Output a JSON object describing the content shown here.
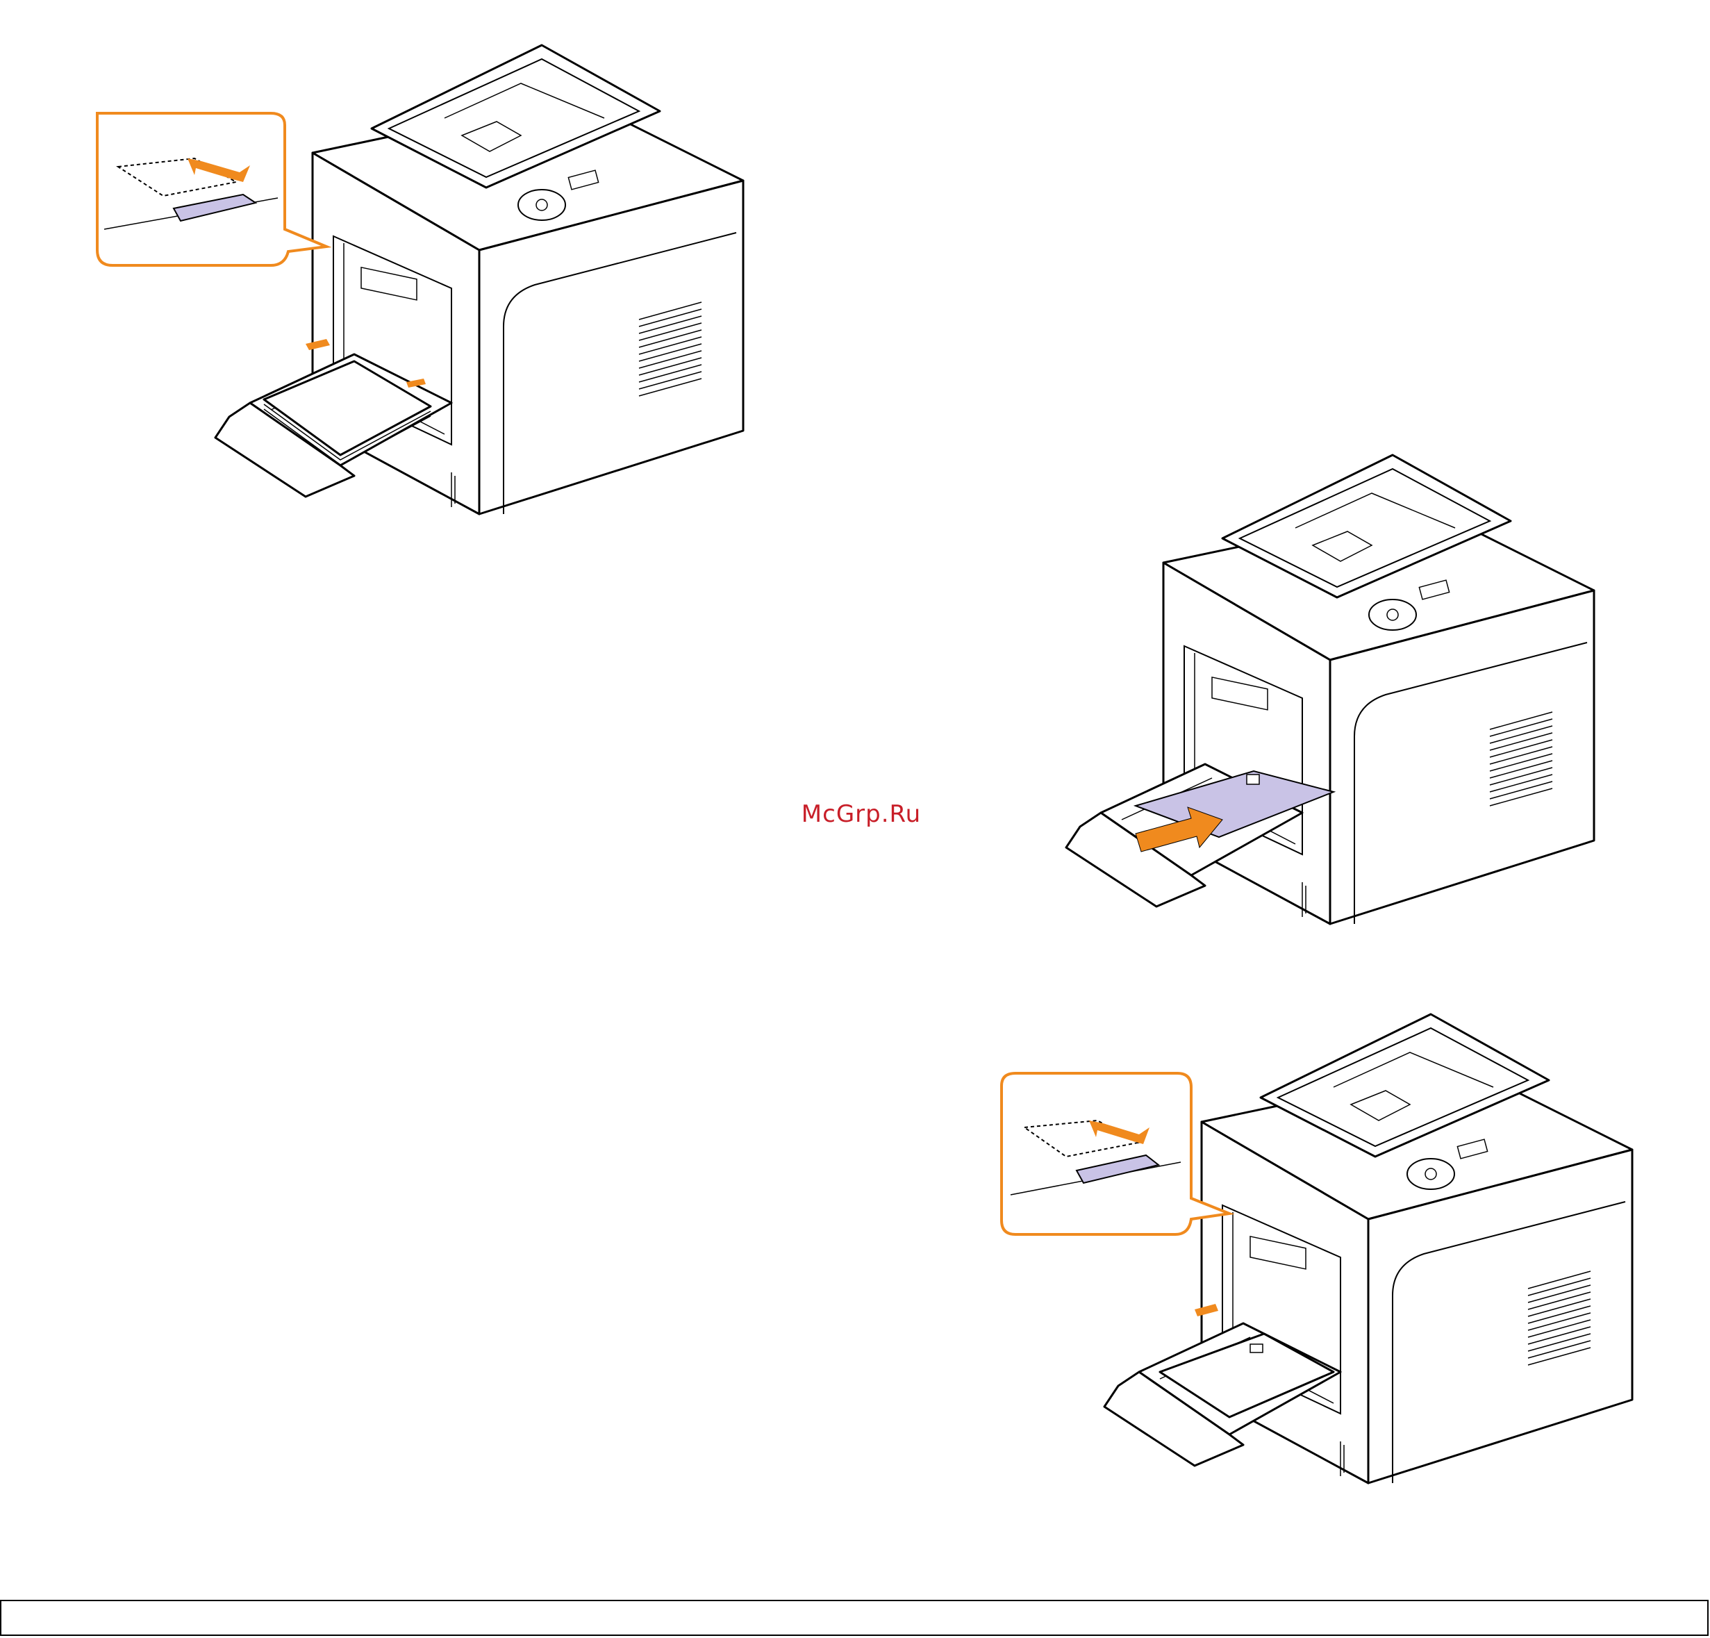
{
  "watermark": {
    "text": "McGrp.Ru",
    "color": "#c81e28"
  },
  "footer": {
    "text": ""
  },
  "colors": {
    "accent": "#f08a1e",
    "highlight": "#c9c3e6",
    "line": "#000000"
  },
  "figures": [
    {
      "id": "fig-1",
      "icon": "printer-loading-paper-stack-with-guide-detail"
    },
    {
      "id": "fig-2",
      "icon": "printer-inserting-envelope"
    },
    {
      "id": "fig-3",
      "icon": "printer-adjusting-guide-for-envelope"
    }
  ]
}
